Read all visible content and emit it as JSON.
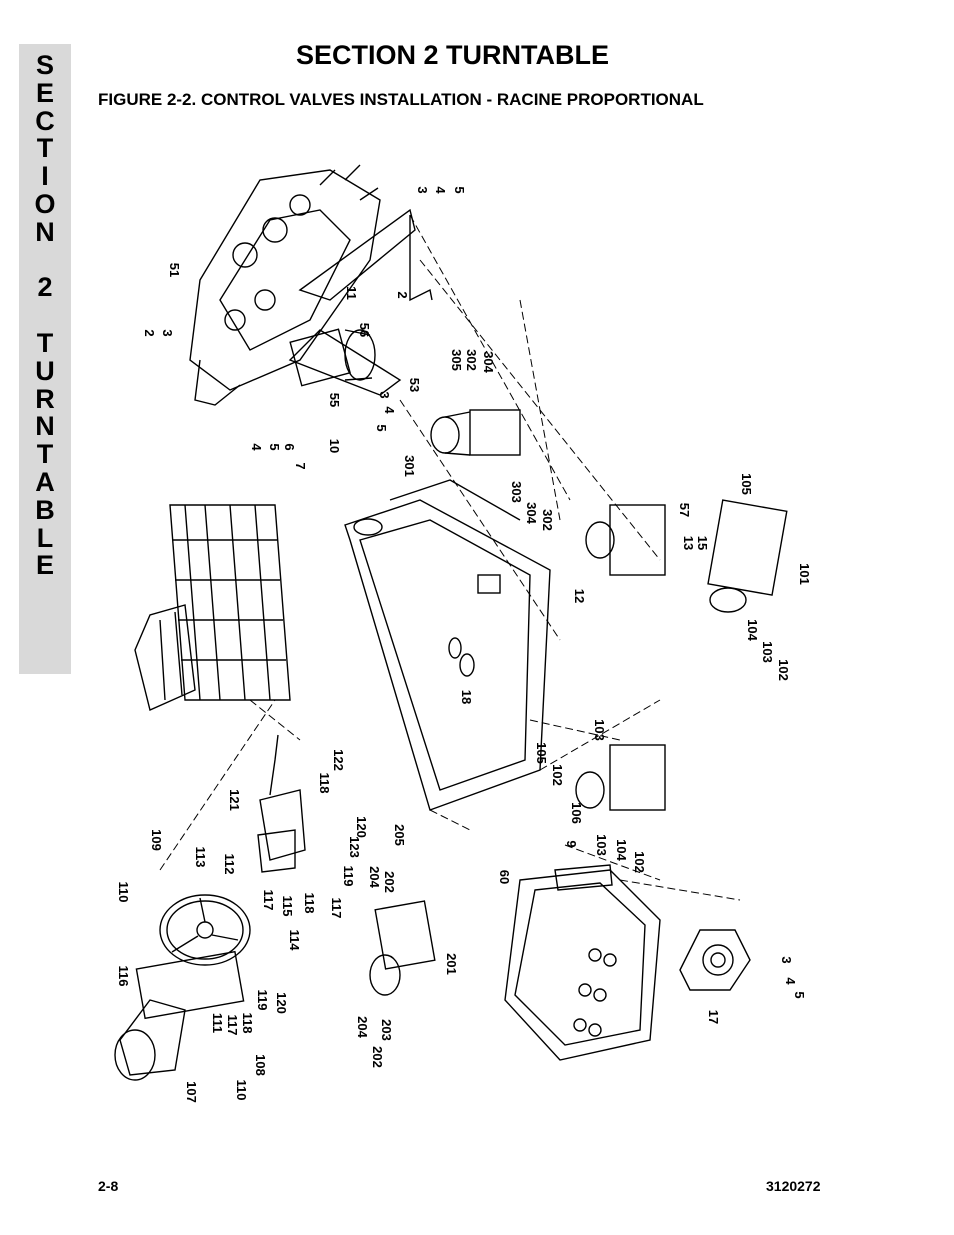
{
  "side_tab_letters": [
    "S",
    "E",
    "C",
    "T",
    "I",
    "O",
    "N",
    "",
    "2",
    "",
    "T",
    "U",
    "R",
    "N",
    "T",
    "A",
    "B",
    "L",
    "E"
  ],
  "section_title": "SECTION 2  TURNTABLE",
  "figure_title": "FIGURE 2-2.    CONTROL VALVES INSTALLATION - RACINE PROPORTIONAL",
  "footer": {
    "page_number": "2-8",
    "doc_number": "3120272"
  },
  "callouts": {
    "c3a": "3",
    "c4a": "4",
    "c5a": "5",
    "c51": "51",
    "c11": "11",
    "c2a": "2",
    "c2b": "2",
    "c3b": "3",
    "c56": "56",
    "c305": "305",
    "c302a": "302",
    "c304a": "304",
    "c53": "53",
    "c3c": "3",
    "c4b": "4",
    "c5b": "5",
    "c55": "55",
    "c10": "10",
    "c7": "7",
    "c6": "6",
    "c5c": "5",
    "c4c": "4",
    "c301": "301",
    "c303": "303",
    "c304b": "304",
    "c302b": "302",
    "c105a": "105",
    "c57": "57",
    "c13": "13",
    "c15": "15",
    "c12": "12",
    "c101": "101",
    "c104a": "104",
    "c103a": "103",
    "c102a": "102",
    "c18": "18",
    "c122": "122",
    "c118a": "118",
    "c121": "121",
    "c120a": "120",
    "c123": "123",
    "c119a": "119",
    "c205": "205",
    "c105b": "105",
    "c102b": "102",
    "c103b": "103",
    "c106": "106",
    "c103c": "103",
    "c104b": "104",
    "c102c": "102",
    "c9": "9",
    "c109": "109",
    "c110a": "110",
    "c113": "113",
    "c112": "112",
    "c117a": "117",
    "c115": "115",
    "c118b": "118",
    "c117b": "117",
    "c204a": "204",
    "c202a": "202",
    "c114": "114",
    "c60": "60",
    "c116": "116",
    "c111": "111",
    "c117c": "117",
    "c118c": "118",
    "c119b": "119",
    "c120b": "120",
    "c201": "201",
    "c204b": "204",
    "c203": "203",
    "c202b": "202",
    "c3d": "3",
    "c4d": "4",
    "c5d": "5",
    "c17": "17",
    "c107": "107",
    "c110b": "110",
    "c108": "108"
  }
}
